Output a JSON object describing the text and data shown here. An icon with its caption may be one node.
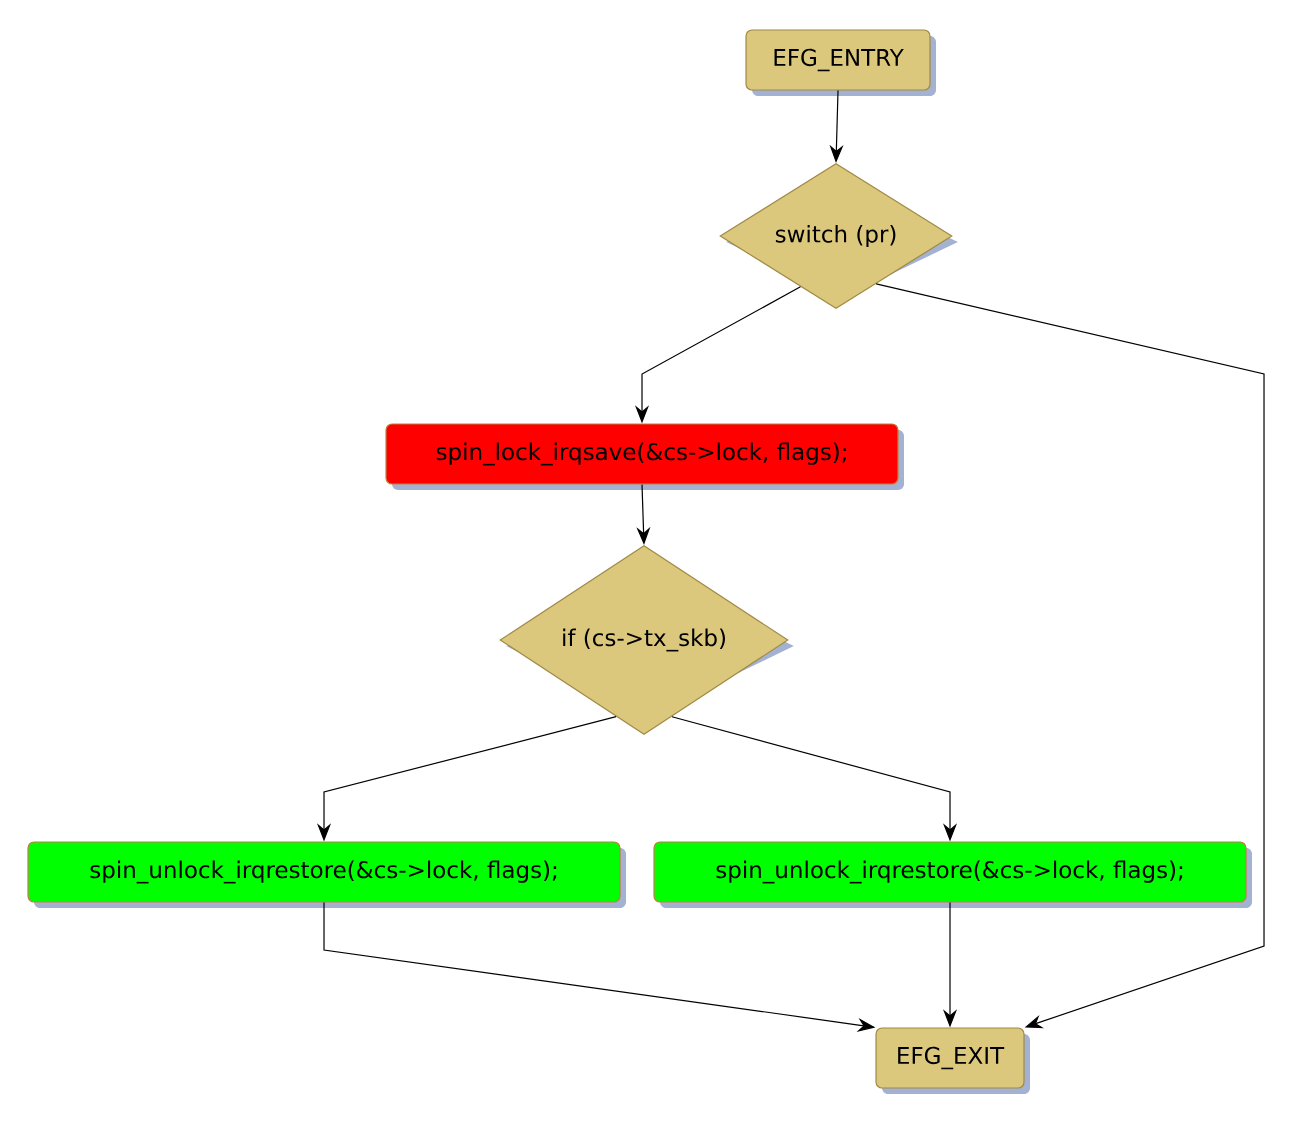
{
  "diagram": {
    "nodes": [
      {
        "text": [
          "EFG_ENTRY"
        ]
      },
      {
        "text": [
          "switch (pr)"
        ]
      },
      {
        "text": [
          "spin_lock_irqsave(&cs->lock, flags);"
        ]
      },
      {
        "text": [
          "if (cs->tx_skb)"
        ]
      },
      {
        "text": [
          "spin_unlock_irqrestore(&cs->lock, flags);"
        ]
      },
      {
        "text": [
          "spin_unlock_irqrestore(&cs->lock, flags);"
        ]
      },
      {
        "text": [
          "EFG_EXIT"
        ]
      }
    ],
    "edges": [
      {
        "from": 0,
        "to": 1,
        "arrow": "to"
      },
      {
        "from": 1,
        "to": 2,
        "arrow": "to"
      },
      {
        "from": 1,
        "to": 6,
        "arrow": "to"
      },
      {
        "from": 2,
        "to": 3,
        "arrow": "to"
      },
      {
        "from": 3,
        "to": 4,
        "arrow": "to"
      },
      {
        "from": 3,
        "to": 5,
        "arrow": "to"
      },
      {
        "from": 4,
        "to": 6,
        "arrow": "to"
      },
      {
        "from": 5,
        "to": 6,
        "arrow": "to"
      }
    ]
  }
}
